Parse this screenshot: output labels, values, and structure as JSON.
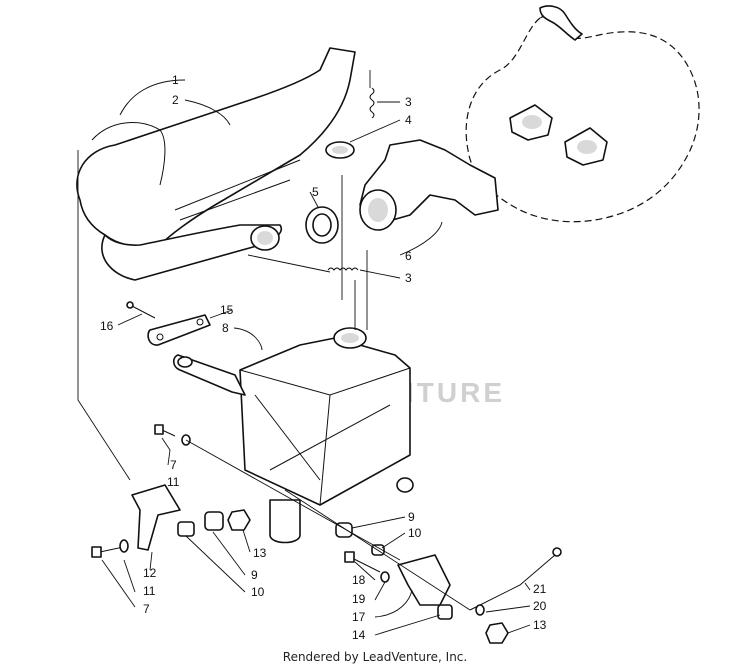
{
  "callouts": {
    "c1": "1",
    "c2": "2",
    "c3a": "3",
    "c4": "4",
    "c5": "5",
    "c6": "6",
    "c3b": "3",
    "c15": "15",
    "c16": "16",
    "c8": "8",
    "c7a": "7",
    "c11a": "11",
    "c9a": "9",
    "c10a": "10",
    "c12": "12",
    "c11b": "11",
    "c7b": "7",
    "c9b": "9",
    "c10b": "10",
    "c13a": "13",
    "c18": "18",
    "c19": "19",
    "c17": "17",
    "c14": "14",
    "c21": "21",
    "c20": "20",
    "c13b": "13"
  },
  "watermark": "LEADVENTURE",
  "footer": "Rendered by LeadVenture, Inc."
}
